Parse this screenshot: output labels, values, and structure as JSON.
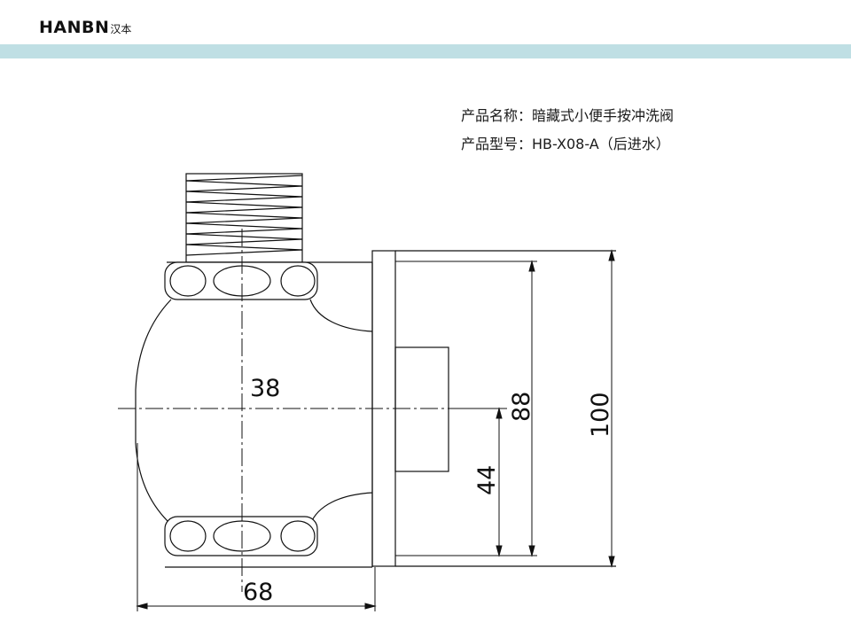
{
  "header": {
    "brand_name": "HANBN",
    "brand_cn": "汉本",
    "accent_color": "#bfdfe4"
  },
  "product": {
    "name_label": "产品名称：",
    "name_value": "暗藏式小便手按冲洗阀",
    "model_label": "产品型号：",
    "model_value": "HB-X08-A（后进水）"
  },
  "drawing": {
    "line_color": "#111111",
    "dimensions": {
      "d38": "38",
      "d68": "68",
      "d44": "44",
      "d88": "88",
      "d100": "100"
    }
  }
}
